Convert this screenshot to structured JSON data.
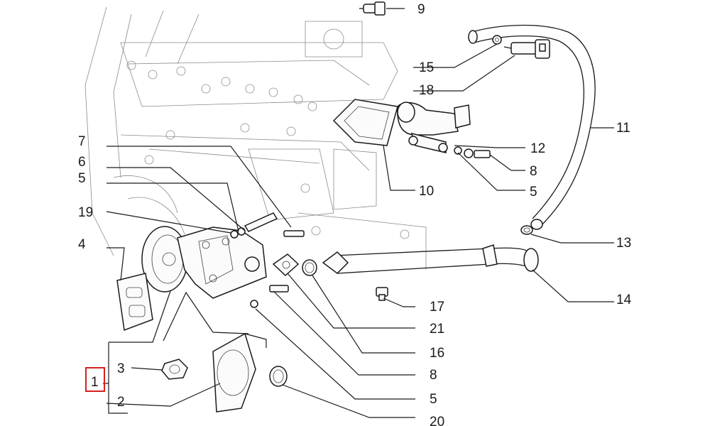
{
  "callouts": [
    {
      "id": "c9",
      "label": "9"
    },
    {
      "id": "c15",
      "label": "15"
    },
    {
      "id": "c18",
      "label": "18"
    },
    {
      "id": "c11",
      "label": "11"
    },
    {
      "id": "c7",
      "label": "7"
    },
    {
      "id": "c12",
      "label": "12"
    },
    {
      "id": "c6",
      "label": "6"
    },
    {
      "id": "c8a",
      "label": "8"
    },
    {
      "id": "c5a",
      "label": "5"
    },
    {
      "id": "c5b",
      "label": "5"
    },
    {
      "id": "c10",
      "label": "10"
    },
    {
      "id": "c19",
      "label": "19"
    },
    {
      "id": "c4",
      "label": "4"
    },
    {
      "id": "c13",
      "label": "13"
    },
    {
      "id": "c14",
      "label": "14"
    },
    {
      "id": "c17",
      "label": "17"
    },
    {
      "id": "c21",
      "label": "21"
    },
    {
      "id": "c16",
      "label": "16"
    },
    {
      "id": "c3",
      "label": "3"
    },
    {
      "id": "c1",
      "label": "1"
    },
    {
      "id": "c8b",
      "label": "8"
    },
    {
      "id": "c2",
      "label": "2"
    },
    {
      "id": "c5c",
      "label": "5"
    },
    {
      "id": "c20",
      "label": "20"
    }
  ],
  "highlight": {
    "label": "1",
    "color": "#d62020"
  }
}
